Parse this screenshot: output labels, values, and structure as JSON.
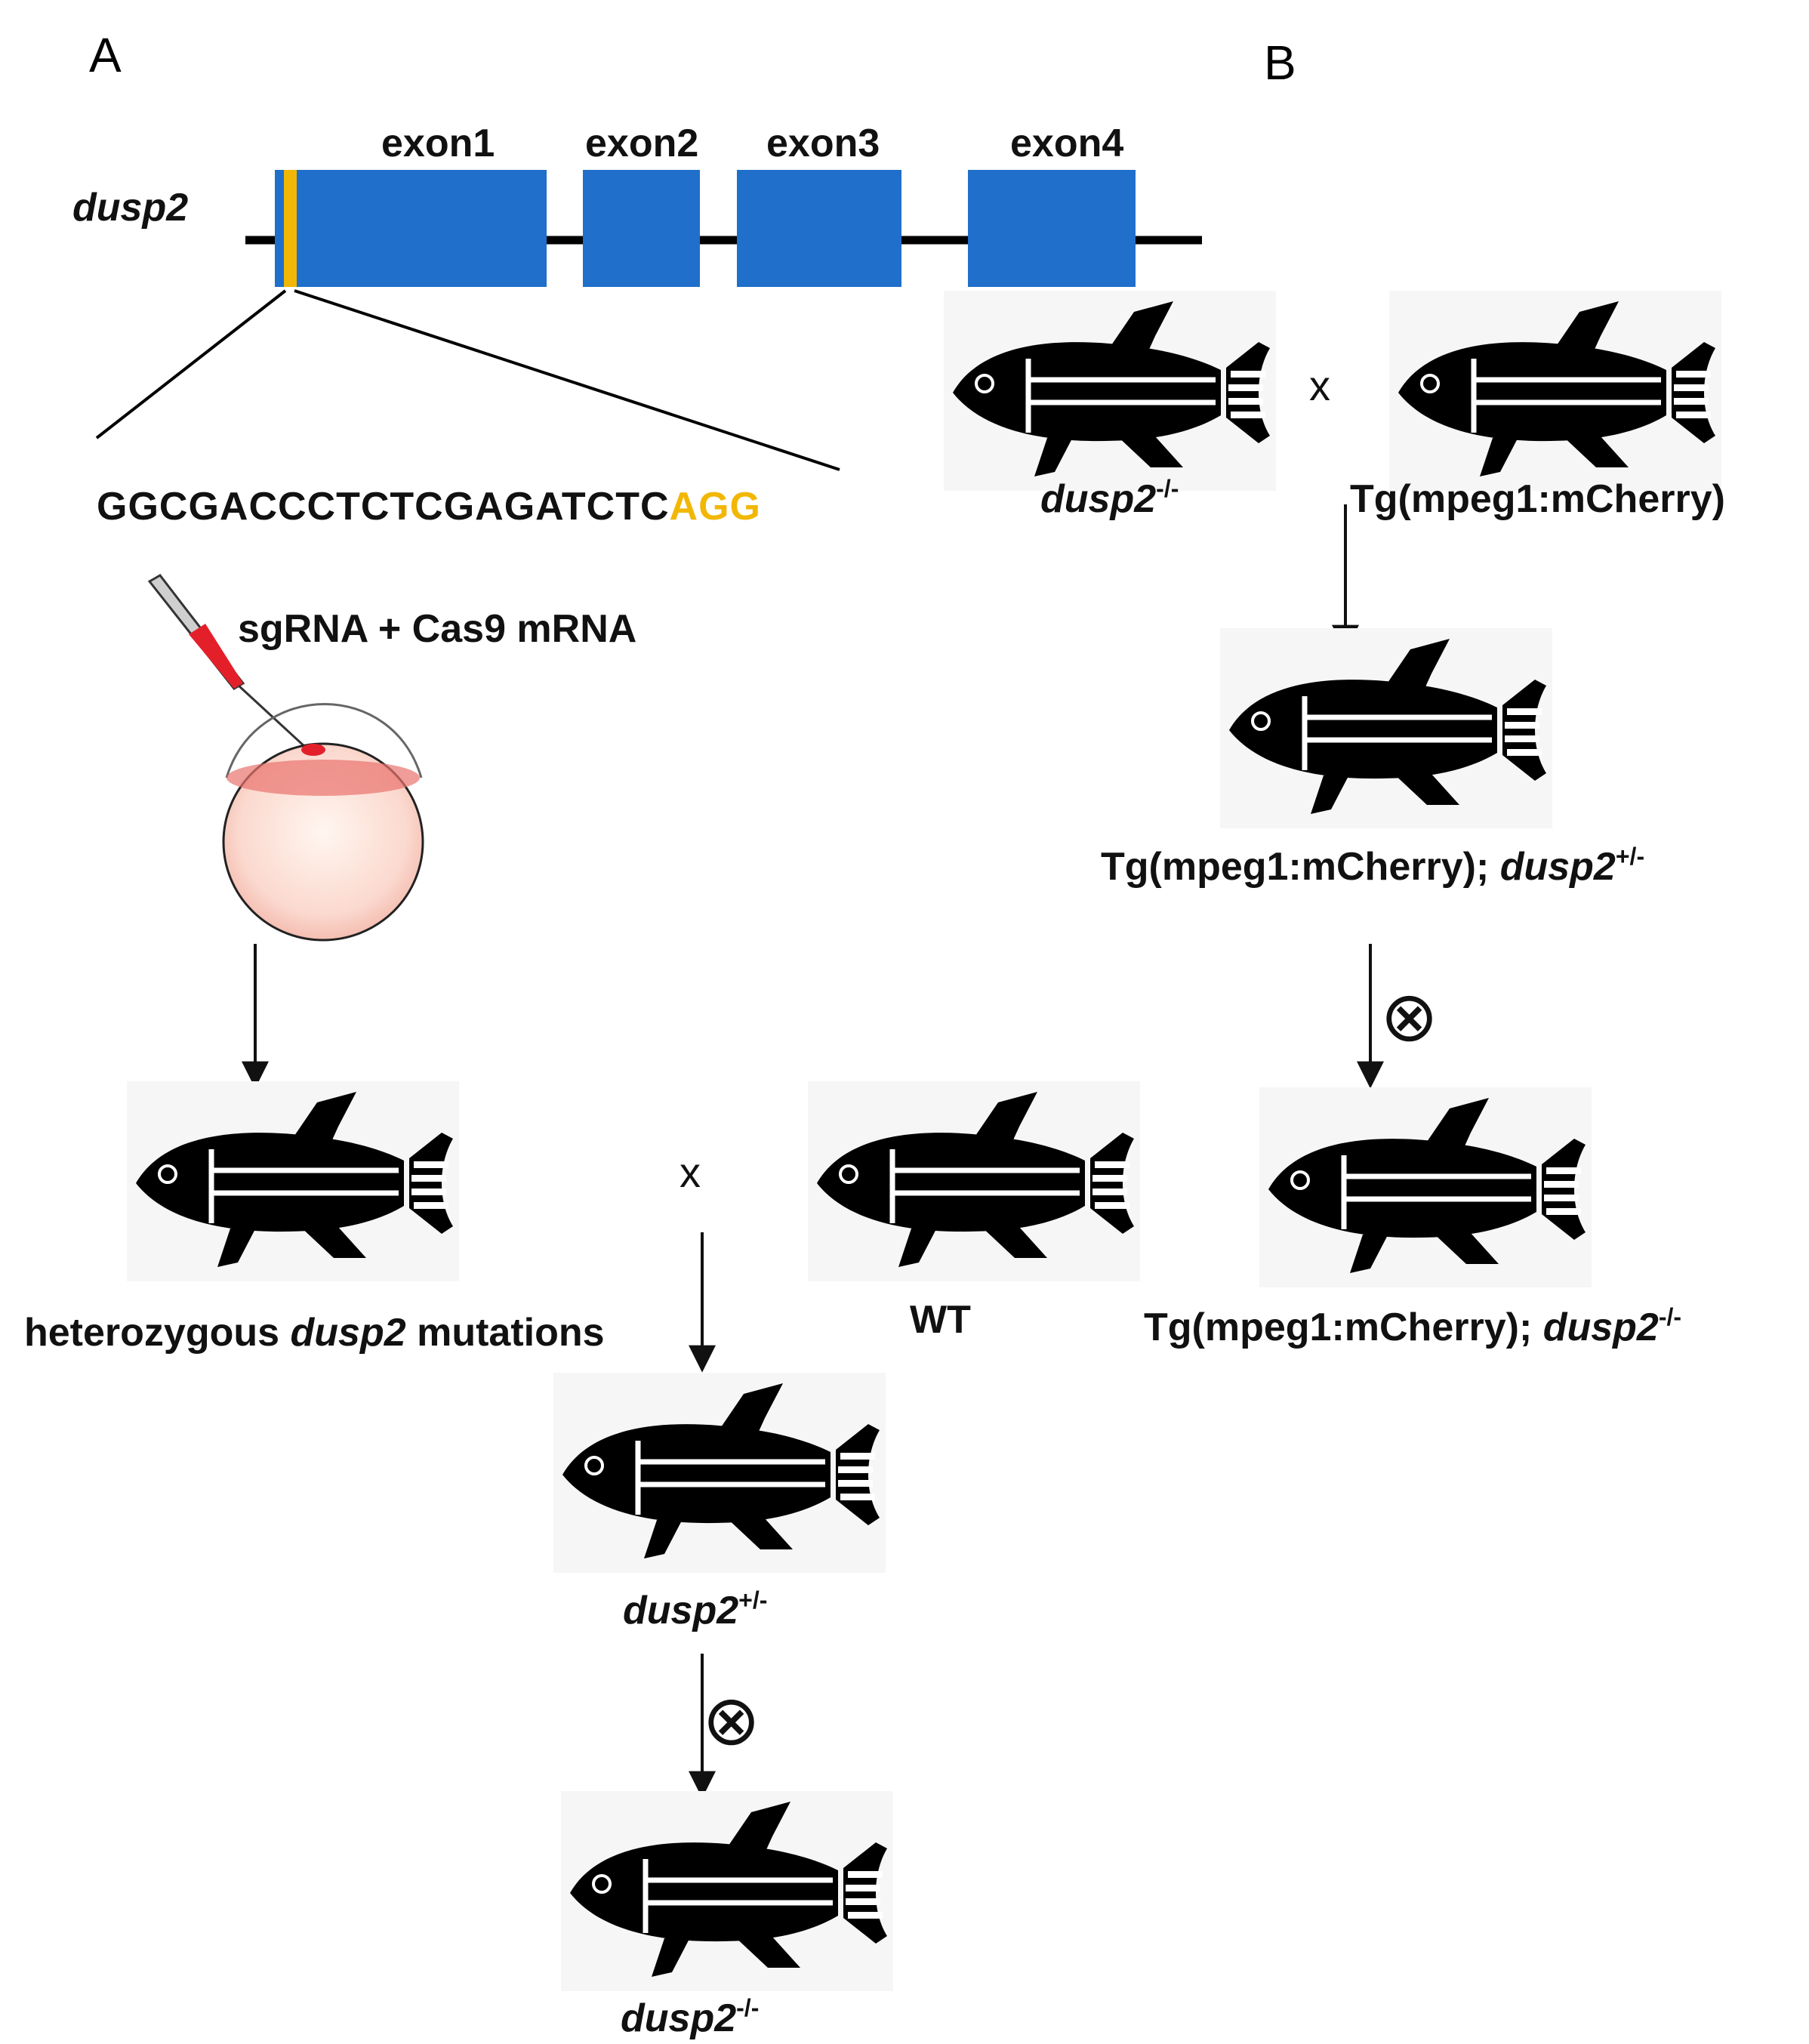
{
  "panels": {
    "a": "A",
    "b": "B"
  },
  "gene": {
    "name": "dusp2",
    "exons": [
      "exon1",
      "exon2",
      "exon3",
      "exon4"
    ]
  },
  "sequence": {
    "main": "GGCGACCCTCTCGAGATCTC",
    "pam": "AGG"
  },
  "injection": {
    "label": "sgRNA + Cas9 mRNA"
  },
  "symbols": {
    "cross": "x",
    "self_cross": "⊗"
  },
  "labels": {
    "f0": {
      "pre": "heterozygous ",
      "it": "dusp2",
      "post": " mutations"
    },
    "wt": "WT",
    "het": {
      "it": "dusp2",
      "sup": "+/-"
    },
    "homo": {
      "it": "dusp2",
      "sup": "-/-"
    },
    "b_mut": {
      "it": "dusp2",
      "sup": "-/-"
    },
    "b_tg": "Tg(mpeg1:mCherry)",
    "b_het": {
      "pre": "Tg(mpeg1:mCherry); ",
      "it": "dusp2",
      "sup": "+/-"
    },
    "b_homo": {
      "pre": "Tg(mpeg1:mCherry); ",
      "it": "dusp2",
      "sup": "-/-"
    }
  },
  "colors": {
    "exon": "#1f6fcb",
    "target": "#f2b705",
    "pam": "#f2b705",
    "injection": "#e3202a"
  }
}
